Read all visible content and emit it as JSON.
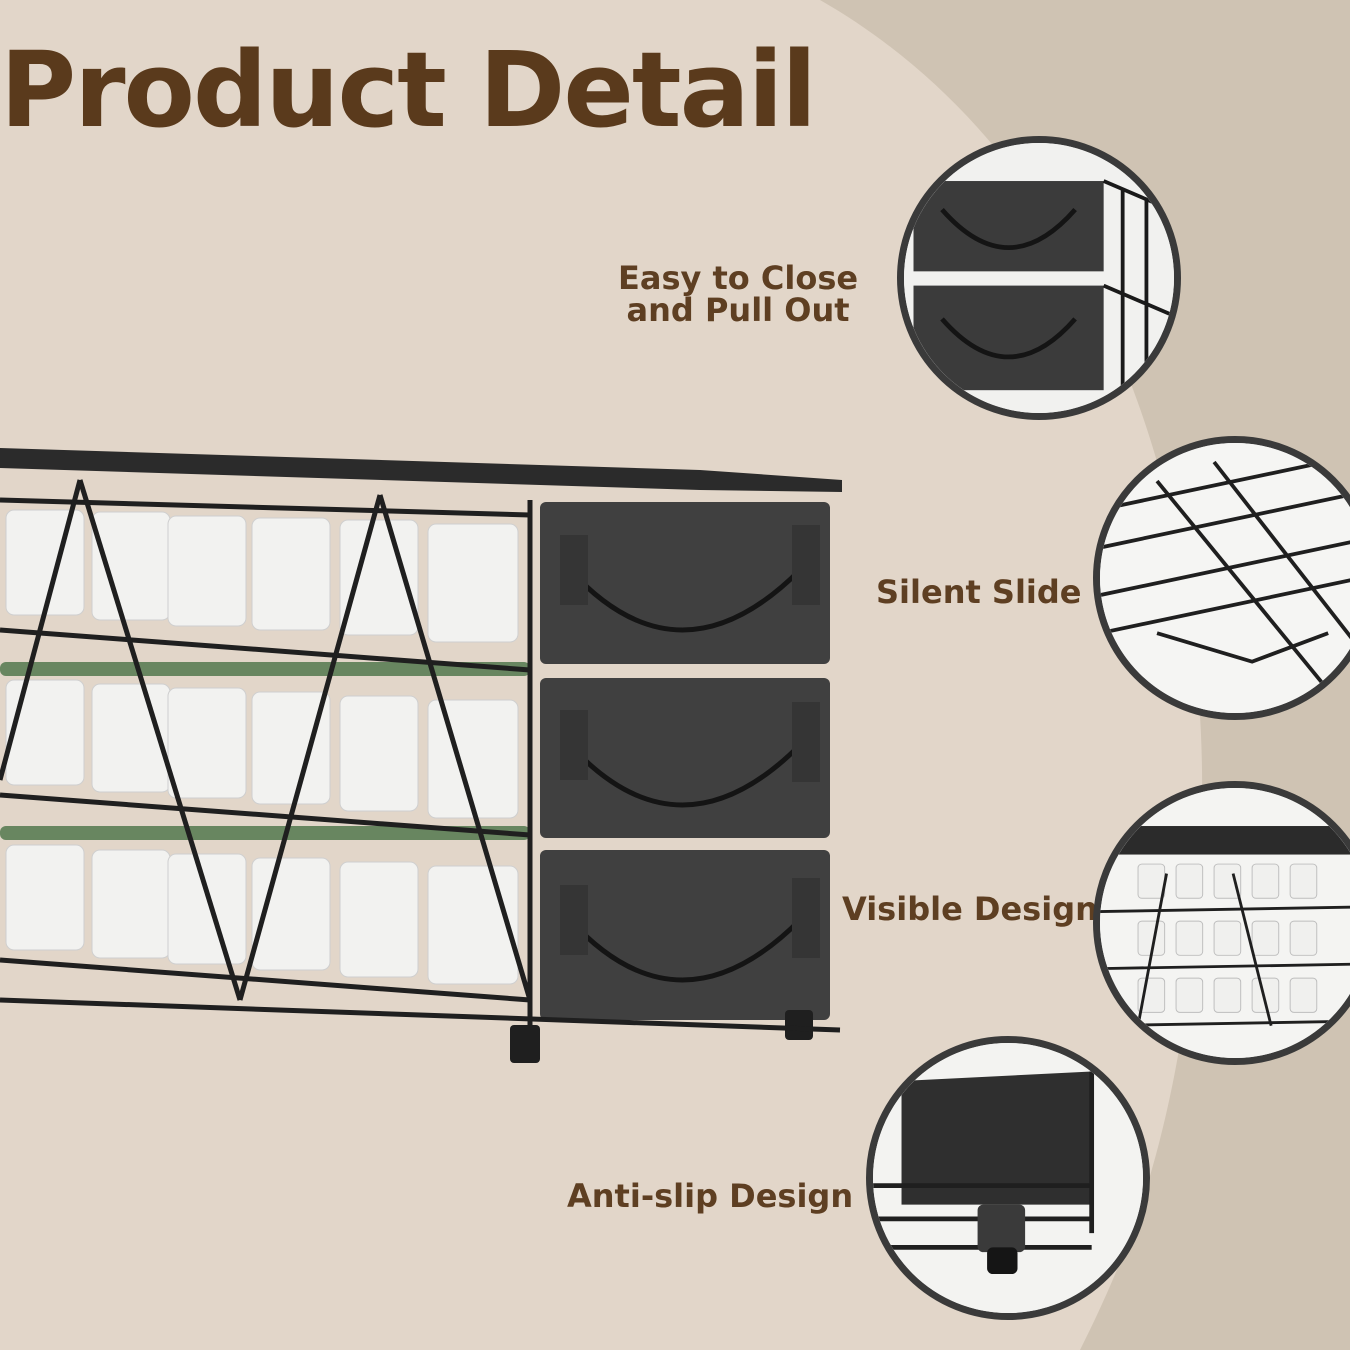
{
  "title": "Product Detail",
  "colors": {
    "background_left": "#e2d6c9",
    "background_right": "#cfc3b3",
    "heading": "#5a3a1c",
    "label": "#5e3f22",
    "metal": "#2b2b2b",
    "pod": "#f2f2f0",
    "pod_lid": "#3f6b3c"
  },
  "features": [
    {
      "label_line1": "Easy to Close",
      "label_line2": "and Pull Out",
      "icon": "drawer-closeup-icon"
    },
    {
      "label": "Silent Slide",
      "icon": "wire-slide-rail-icon"
    },
    {
      "label": "Visible Design",
      "icon": "pod-rack-visible-icon"
    },
    {
      "label": "Anti-slip Design",
      "icon": "rubber-foot-icon"
    }
  ]
}
